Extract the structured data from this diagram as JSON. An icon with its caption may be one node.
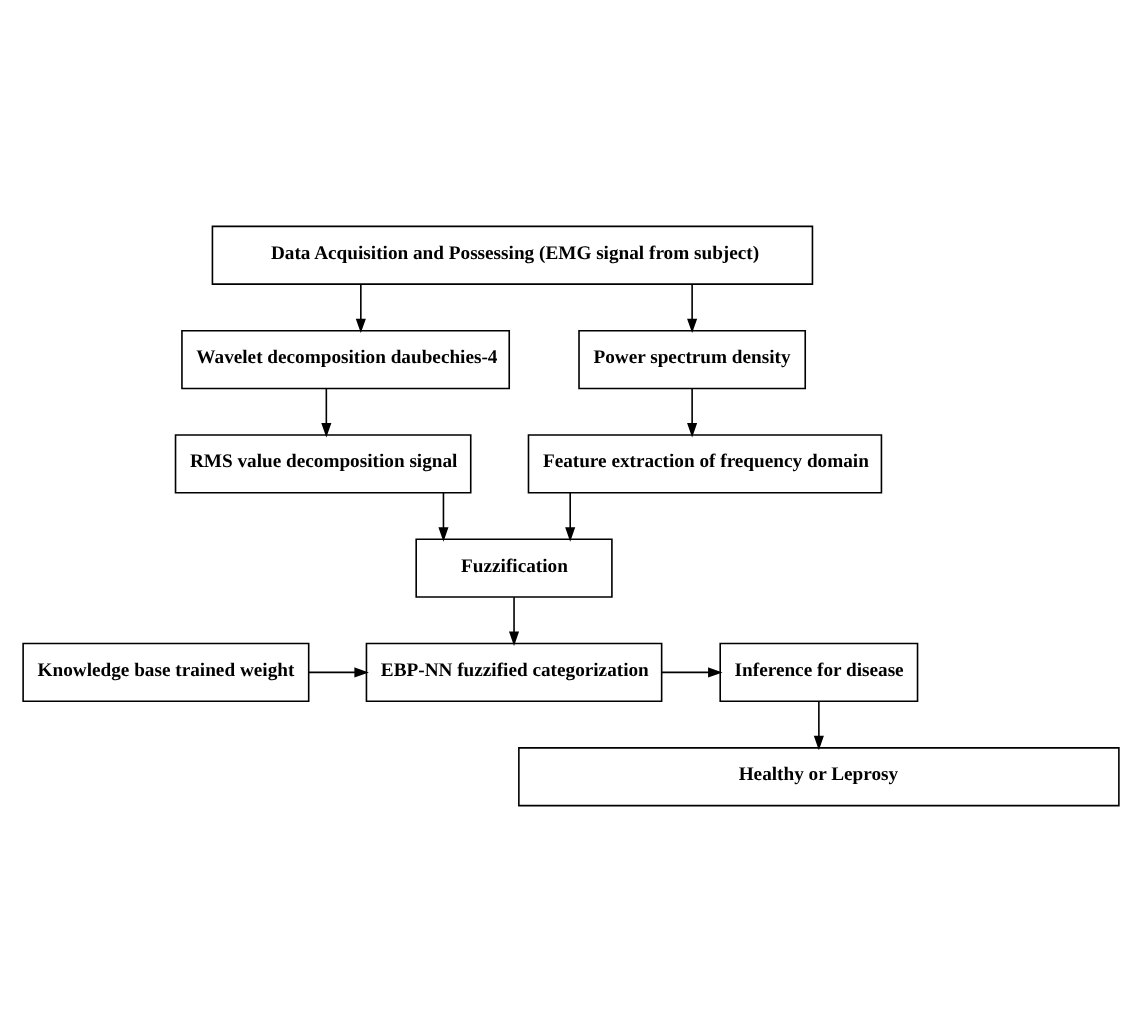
{
  "diagram": {
    "nodes": [
      {
        "text": [
          "Data Acquisition and Possessing (EMG signal from subject)"
        ]
      },
      {
        "text": [
          "Wavelet decomposition daubechies-4"
        ]
      },
      {
        "text": [
          "Power spectrum density"
        ]
      },
      {
        "text": [
          "RMS value decomposition signal"
        ]
      },
      {
        "text": [
          "Feature extraction of frequency domain"
        ]
      },
      {
        "text": [
          "Fuzzification"
        ]
      },
      {
        "text": [
          "Knowledge base trained weight"
        ]
      },
      {
        "text": [
          "EBP-NN fuzzified categorization"
        ]
      },
      {
        "text": [
          "Inference for disease"
        ]
      },
      {
        "text": [
          "Healthy or Leprosy"
        ]
      }
    ],
    "edges": [
      {
        "from": 0,
        "to": 1,
        "arrow": "to"
      },
      {
        "from": 0,
        "to": 2,
        "arrow": "to"
      },
      {
        "from": 1,
        "to": 3,
        "arrow": "to"
      },
      {
        "from": 2,
        "to": 4,
        "arrow": "to"
      },
      {
        "from": 3,
        "to": 5,
        "arrow": "to"
      },
      {
        "from": 4,
        "to": 5,
        "arrow": "to"
      },
      {
        "from": 5,
        "to": 7,
        "arrow": "to"
      },
      {
        "from": 6,
        "to": 7,
        "arrow": "to"
      },
      {
        "from": 7,
        "to": 8,
        "arrow": "to"
      },
      {
        "from": 8,
        "to": 9,
        "arrow": "to"
      }
    ]
  }
}
